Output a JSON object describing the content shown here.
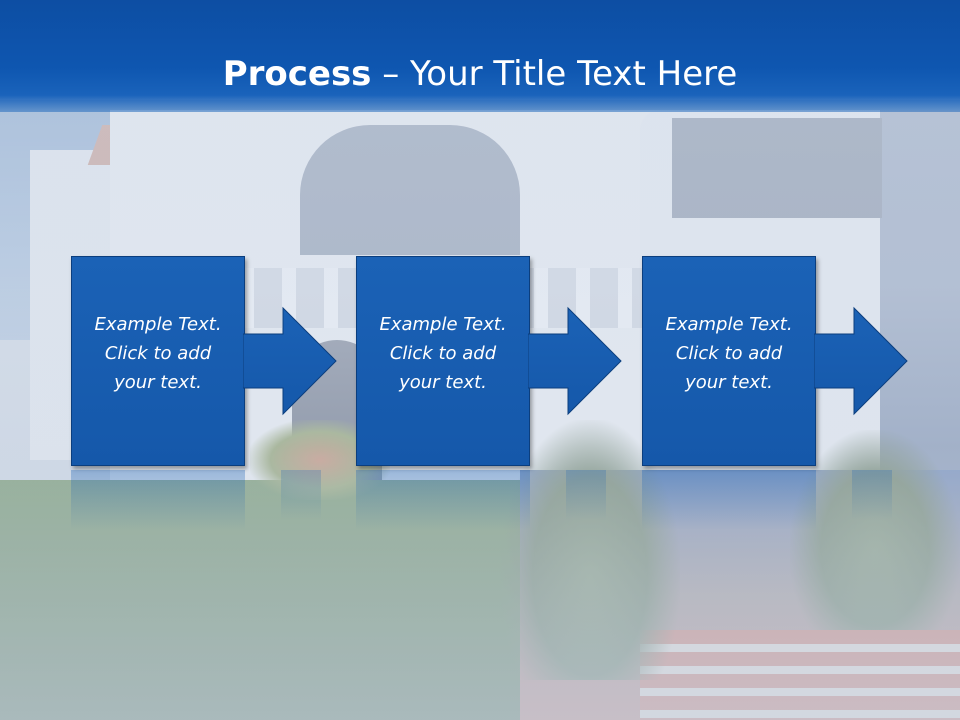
{
  "slide": {
    "title_bold": "Process",
    "title_rest": " – Your Title Text Here",
    "steps": [
      {
        "line1": "Example Text.",
        "line2": "Click  to add",
        "line3": "your text."
      },
      {
        "line1": "Example Text.",
        "line2": "Click  to add",
        "line3": "your text."
      },
      {
        "line1": "Example Text.",
        "line2": "Click  to add",
        "line3": "your text."
      }
    ]
  },
  "colors": {
    "title_bar": "#0d4ea3",
    "step_fill": "#1b62b6",
    "step_border": "#0b3e7e",
    "text": "#ffffff"
  }
}
